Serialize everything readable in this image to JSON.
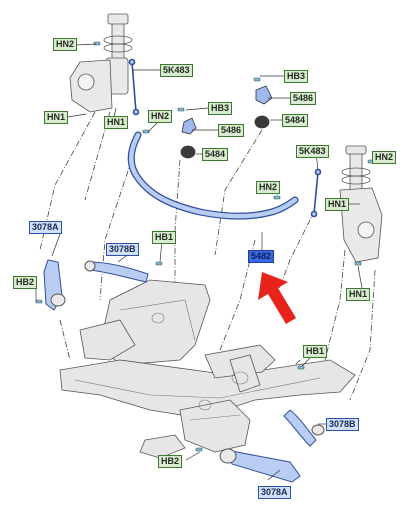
{
  "callouts": {
    "hn2_top": "HN2",
    "hn1_left": "HN1",
    "hn1_mid": "HN1",
    "k5483_top": "5K483",
    "hb3_top": "HB3",
    "p5486_top": "5486",
    "p5484_top": "5484",
    "hn2_mid": "HN2",
    "hb3_mid": "HB3",
    "p5486_mid": "5486",
    "p5484_mid": "5484",
    "k5483_right": "5K483",
    "hn2_right": "HN2",
    "hn2_center": "HN2",
    "hn1_right": "HN1",
    "p3078a_left": "3078A",
    "hb2_left": "HB2",
    "p3078b_left": "3078B",
    "hb1_left": "HB1",
    "p5482_main": "5482",
    "hn1_lower_right": "HN1",
    "hb1_right": "HB1",
    "p3078b_right": "3078B",
    "hb2_bottom": "HB2",
    "p3078a_bottom": "3078A"
  },
  "colors": {
    "stabilizer_bar": "#b9cdf2",
    "stabilizer_outline": "#2f4f9e",
    "highlight_label": "#3b67e0",
    "green_label": "#d9ead0",
    "blue_label": "#cfe0f7",
    "arrow": "#e8231b",
    "subframe": "#e6e6e6"
  }
}
